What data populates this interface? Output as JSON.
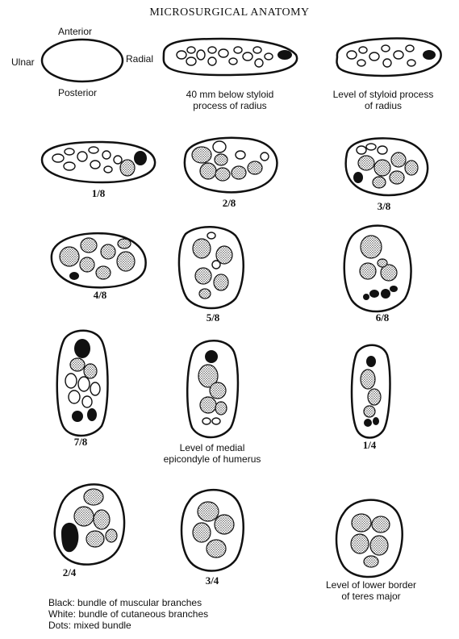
{
  "title": "MICROSURGICAL ANATOMY",
  "orientation": {
    "anterior": "Anterior",
    "posterior": "Posterior",
    "ulnar": "Ulnar",
    "radial": "Radial"
  },
  "sections": [
    {
      "id": "40mm",
      "label_lines": [
        "40 mm below styloid",
        "process of radius"
      ]
    },
    {
      "id": "styloid",
      "label_lines": [
        "Level of styloid process",
        "of radius"
      ]
    },
    {
      "id": "f1_8",
      "label_lines": [
        "1/8"
      ]
    },
    {
      "id": "f2_8",
      "label_lines": [
        "2/8"
      ]
    },
    {
      "id": "f3_8",
      "label_lines": [
        "3/8"
      ]
    },
    {
      "id": "f4_8",
      "label_lines": [
        "4/8"
      ]
    },
    {
      "id": "f5_8",
      "label_lines": [
        "5/8"
      ]
    },
    {
      "id": "f6_8",
      "label_lines": [
        "6/8"
      ]
    },
    {
      "id": "f7_8",
      "label_lines": [
        "7/8"
      ]
    },
    {
      "id": "epicondyle",
      "label_lines": [
        "Level of medial",
        "epicondyle of humerus"
      ]
    },
    {
      "id": "f1_4",
      "label_lines": [
        "1/4"
      ]
    },
    {
      "id": "f2_4",
      "label_lines": [
        "2/4"
      ]
    },
    {
      "id": "f3_4",
      "label_lines": [
        "3/4"
      ]
    },
    {
      "id": "teres",
      "label_lines": [
        "Level of lower border",
        "of teres major"
      ]
    }
  ],
  "legend": {
    "black": "Black: bundle of muscular branches",
    "white": "White: bundle of cutaneous branches",
    "dots": "Dots: mixed bundle"
  }
}
